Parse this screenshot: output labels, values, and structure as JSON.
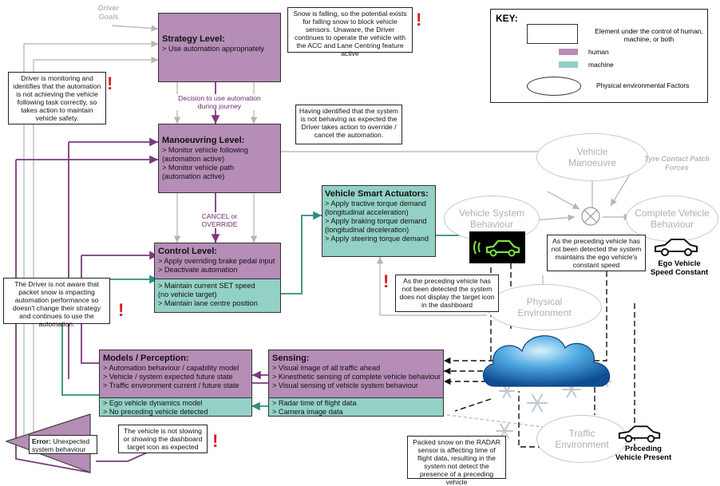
{
  "driver_goals": "Driver\nGoals",
  "strategy": {
    "title": "Strategy Level:",
    "lines": [
      "> Use automation appropriately"
    ]
  },
  "manoeuvring": {
    "title": "Manoeuvring Level:",
    "lines": [
      "> Monitor vehicle following",
      "(automation active)",
      "> Monitor vehicle path",
      "(automation active)"
    ]
  },
  "control_human": {
    "title": "Control Level:",
    "lines": [
      "> Apply overriding brake pedal input",
      "> Deactivate automation"
    ]
  },
  "control_machine": {
    "lines": [
      "> Maintain current SET speed",
      "(no vehicle target)",
      "> Maintain lane centre position"
    ]
  },
  "actuators": {
    "title": "Vehicle Smart Actuators:",
    "lines": [
      "> Apply tractive torque demand",
      "(longitudinal acceleration)",
      "> Apply braking torque demand",
      "(longitudinal deceleration)",
      "> Apply steering torque demand"
    ]
  },
  "models_human": {
    "title": "Models / Perception:",
    "lines": [
      "> Automation behaviour / capability model",
      "> Vehicle / system expected future state",
      "> Traffic environment current / future state"
    ]
  },
  "models_machine": {
    "lines": [
      "> Ego vehicle dynamics model",
      "> No preceding vehicle detected"
    ]
  },
  "sensing_human": {
    "title": "Sensing:",
    "lines": [
      "> Visual image of all traffic ahead",
      "> Kinesthetic sensing of complete vehicle behaviour",
      "> Visual sensing of vehicle system behaviour"
    ]
  },
  "sensing_machine": {
    "lines": [
      "> Radar time of flight data",
      "> Camera image data"
    ]
  },
  "decision_label": "Decision to use automation\nduring journey",
  "cancel_label": "CANCEL or\nOVERRIDE",
  "ellipses": {
    "vehicle_manoeuvre": "Vehicle\nManoeuvre",
    "vehicle_system_behaviour": "Vehicle System\nBehaviour",
    "complete_vehicle_behaviour": "Complete Vehicle\nBehaviour",
    "physical_environment": "Physical\nEnvironment",
    "traffic_environment": "Traffic\nEnvironment"
  },
  "tyre_forces": "Tyre Contact Patch\nForces",
  "callouts": {
    "snow": "Snow is falling, so the potential exists for falling snow to block vehicle sensors. Unaware, the Driver continues to operate the vehicle with the ACC and Lane Centring feature active",
    "driver_monitoring": "Driver is monitoring and identifies that the automation is not achieving the vehicle following task correctly, so takes action to maintain vehicle safety.",
    "override": "Having identified that the system is not behaving as expected the Driver takes action to override / cancel the automation.",
    "not_aware": "The Driver is not aware that packet snow is impacting automation performance so doesn't change their strategy and continues to use the automation.",
    "constant_speed": "As the preceding vehicle has not been detected the system maintains the ego vehicle's constant speed",
    "no_target_icon": "As the preceding vehicle has not been detected the system does not display the target icon in the dashboard",
    "not_slowing": "The vehicle is not slowing or showing the dashboard target icon as expected",
    "packed_snow": "Packed snow on the RADAR sensor is affecting time of flight data, resulting in the system not detect the presence of a preceding vehicle"
  },
  "error": {
    "bold": "Error:",
    "text": " Unexpected system behaviour"
  },
  "ego_label": "Ego Vehicle\nSpeed Constant",
  "preceding_label": "Preceding\nVehicle Present",
  "key": {
    "title": "KEY:",
    "element": "Element under the control of human, machine, or both",
    "human": "human",
    "machine": "machine",
    "factors": "Physical environmental Factors"
  },
  "colors": {
    "human": "#b58db6",
    "machine": "#93d1c5",
    "alert": "#d62020",
    "purple_line": "#7b3a7b",
    "teal_line": "#2e8f7e"
  },
  "icons": [
    "car-target-icon",
    "summing-junction-icon",
    "car-outline-icon",
    "cloud-icon",
    "snowflake-icon"
  ]
}
